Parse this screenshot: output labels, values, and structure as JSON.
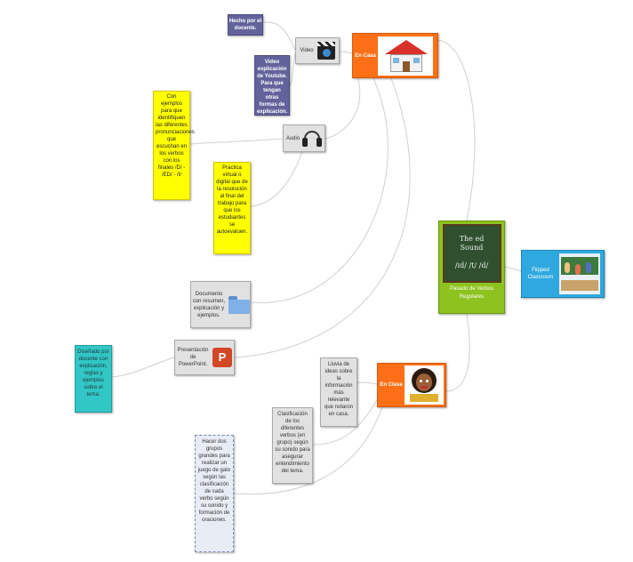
{
  "central": {
    "board_line1": "The ed",
    "board_line2": "Sound",
    "board_line3": "/ɪd/ /t/ /d/",
    "label": "Pasado de Verbos Regulares"
  },
  "flipped": {
    "label": "Flipped Classroom"
  },
  "en_casa": {
    "label": "En Casa"
  },
  "en_clase": {
    "label": "En Clase"
  },
  "video": {
    "label": "Video"
  },
  "audio": {
    "label": "Audio"
  },
  "hecho_docente": {
    "text": "Hecho por el docente."
  },
  "video_youtube": {
    "text": "Video explicación de Youtube. Para que tengan otras formas de explicación."
  },
  "ejemplos_audio": {
    "text": "Con ejemplos para que identifiquen las diferentes pronunciaciones que escuchan en los verbos con los finales /D/ - /ED/ - /t/"
  },
  "practica": {
    "text": "Practica virtual o digital que de la resolución al final del trabajo para que los estudiantes se autoevaluen."
  },
  "documento": {
    "text": "Documento con resumen, explicación y ejemplos."
  },
  "presentacion": {
    "label": "Presentación de PowerPoint.",
    "icon_letter": "P"
  },
  "diseñado": {
    "text": "Diseñado por docente con explicación, reglas y ejemplos sobre el tema."
  },
  "lluvia": {
    "text": "Lluvia de ideas sobre la información más relevante que notaron en casa."
  },
  "clasificacion": {
    "text": "Clasificación de los diferentes verbos (en grupo) según su sonido para asegurar entendimiento del tema."
  },
  "hacer_grupos": {
    "text": "Hacer dos grupos grandes para realizar un juego de gato según las clasificación de cada verbo según su sonido y formación de oraciones."
  },
  "colors": {
    "purple": "#62639b",
    "yellow": "#ffff00",
    "grey": "#e1e1e1",
    "teal": "#33c6c6",
    "orange": "#ff7016",
    "green": "#8dc21f",
    "blue": "#2fa8e0",
    "board": "#2f4f2f"
  }
}
